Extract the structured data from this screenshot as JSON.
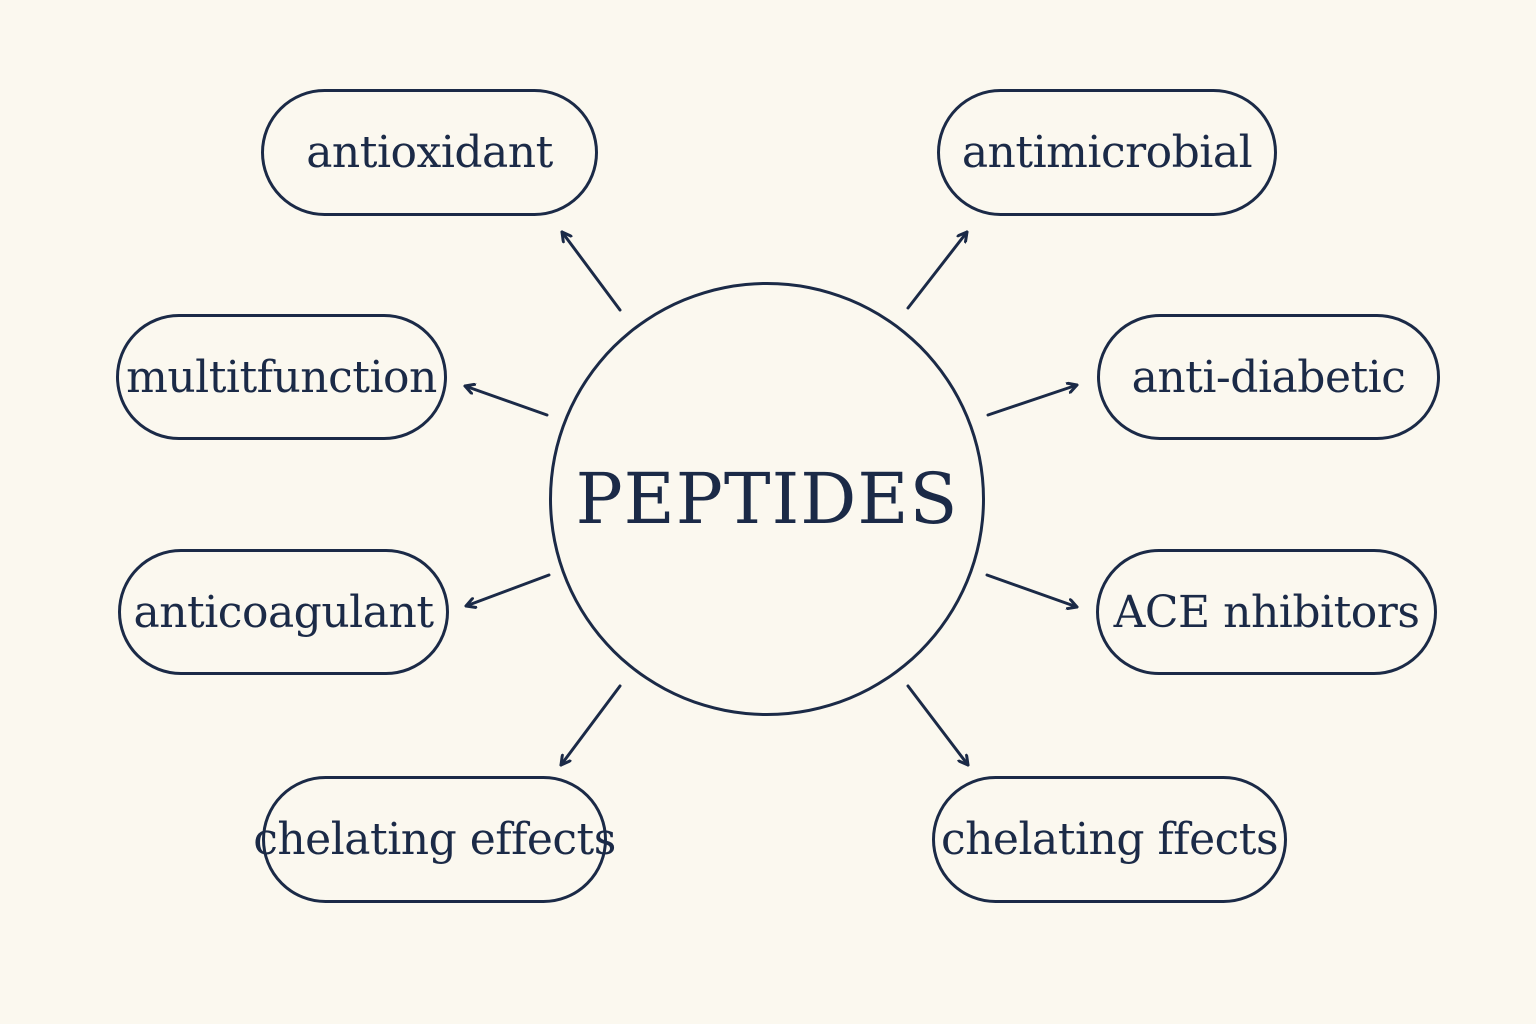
{
  "center": {
    "label": "PEPTIDES"
  },
  "nodes": {
    "antioxidant": "antioxidant",
    "antimicrobial": "antimicrobial",
    "multifunction": "multitfunction",
    "antidiabetic": "anti-diabetic",
    "anticoagulant": "anticoagulant",
    "ace": "ACE nhibitors",
    "chelating_left": "chelating effects",
    "chelating_right": "chelating ffects"
  },
  "colors": {
    "background": "#fbf8ef",
    "ink": "#1b2a47"
  }
}
